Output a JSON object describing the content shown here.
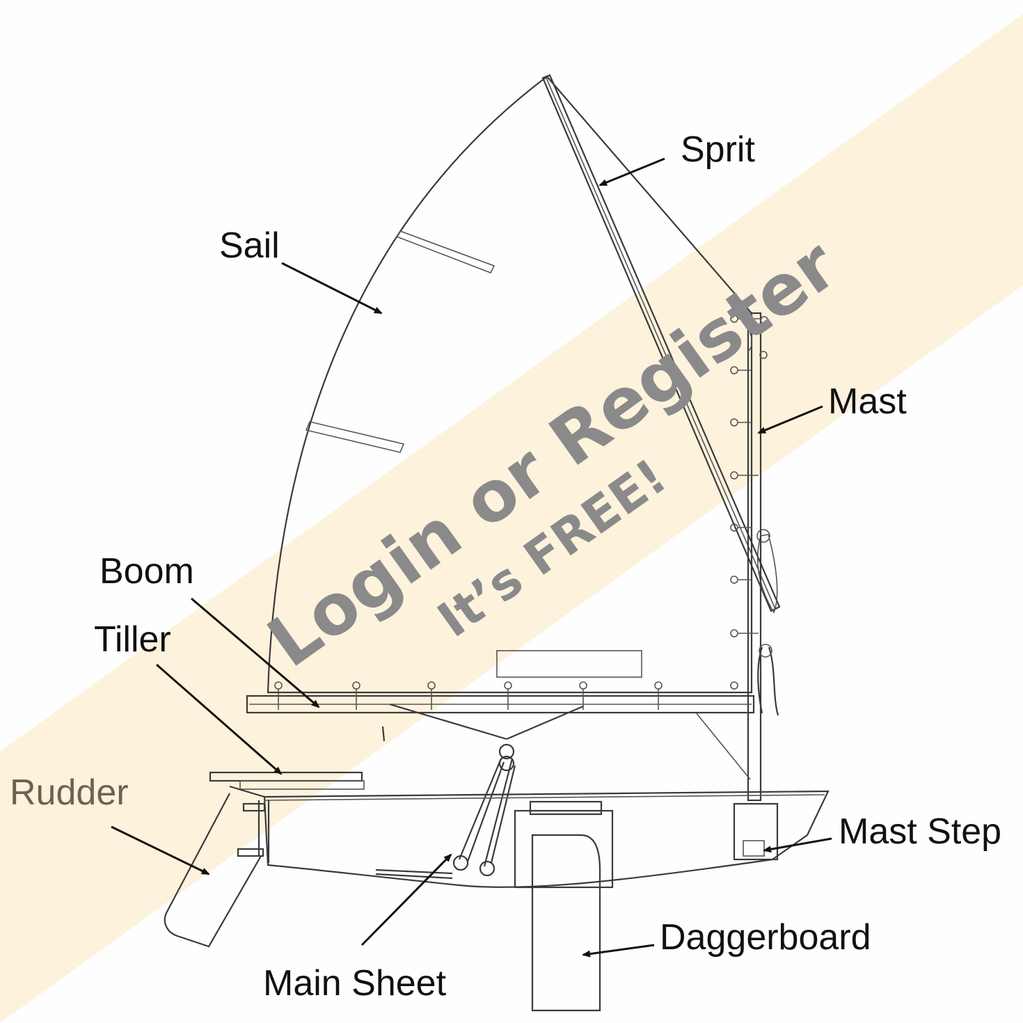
{
  "title": "Optimist dinghy parts",
  "labels": {
    "sprit": "Sprit",
    "sail": "Sail",
    "mast": "Mast",
    "boom": "Boom",
    "tiller": "Tiller",
    "rudder": "Rudder",
    "mast_step": "Mast Step",
    "daggerboard": "Daggerboard",
    "main_sheet": "Main Sheet"
  },
  "watermark": {
    "line1": "Login or Register",
    "line2": "It’s FREE!"
  },
  "colors": {
    "band": "#fdf1d8",
    "line": "#3a3a3a",
    "watermark": "#8a8a8a",
    "rudder_label": "#6b6350"
  }
}
